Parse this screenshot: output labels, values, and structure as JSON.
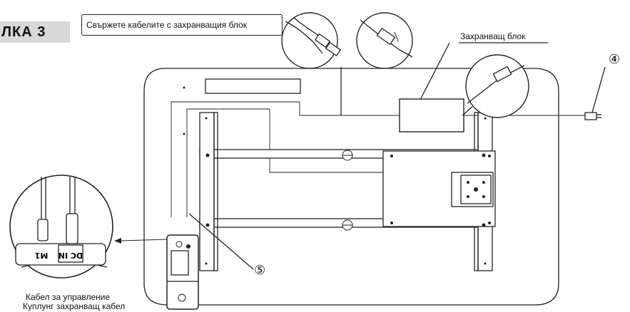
{
  "header": {
    "step_label": "ЛКА 3",
    "instruction": "Свържете кабелите с захранващия блок"
  },
  "labels": {
    "power_supply": "Захранващ блок",
    "control_cable": "Кабел за управление",
    "power_coupling": "Куплунг захранващ кабел",
    "callout_4": "④",
    "callout_5": "⑤",
    "port_m1": "M1",
    "port_dc_in": "DC IN"
  }
}
